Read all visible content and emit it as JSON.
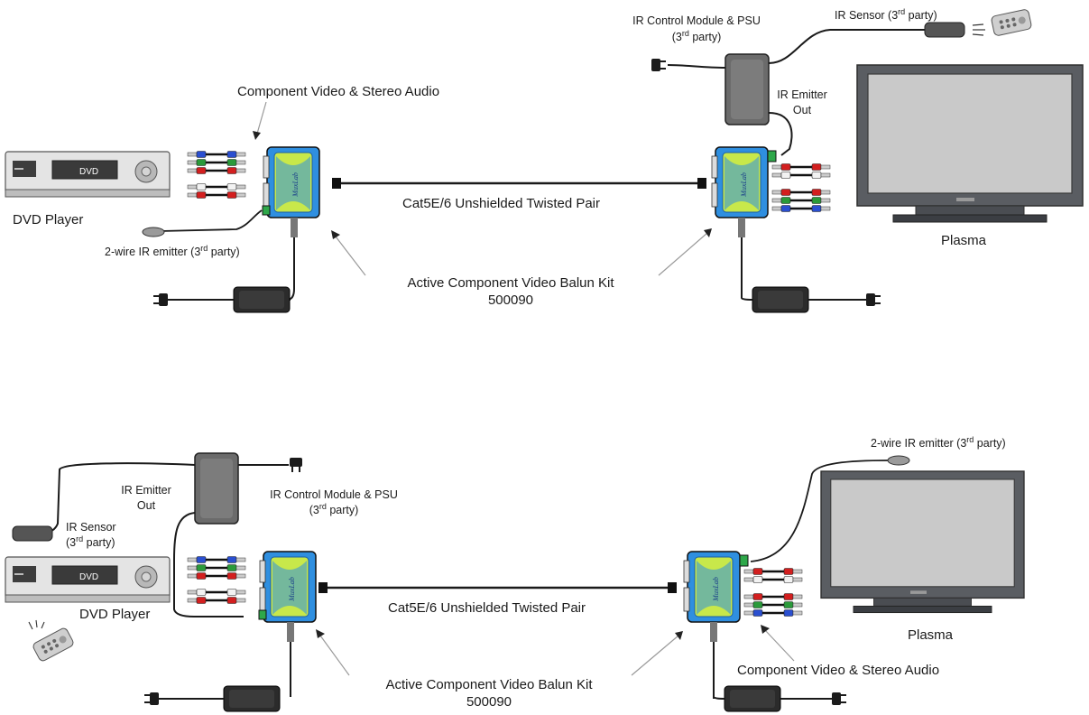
{
  "top": {
    "component_av_label": "Component Video & Stereo Audio",
    "dvd_player_label": "DVD Player",
    "dvd_display_text": "DVD",
    "ir_emitter_label_pre": "2-wire IR emitter (3",
    "ir_emitter_label_sup": "rd",
    "ir_emitter_label_post": " party)",
    "cable_label": "Cat5E/6 Unshielded Twisted Pair",
    "balun_kit_label": "Active Component Video Balun Kit",
    "balun_kit_part": "500090",
    "ir_control_label": "IR Control Module & PSU",
    "ir_control_party_pre": "(3",
    "ir_control_party_sup": "rd",
    "ir_control_party_post": " party)",
    "ir_sensor_label_pre": "IR Sensor (3",
    "ir_sensor_label_sup": "rd",
    "ir_sensor_label_post": " party)",
    "ir_emitter_out_line1": "IR Emitter",
    "ir_emitter_out_line2": "Out",
    "plasma_label": "Plasma",
    "balun_brand": "MuxLab"
  },
  "bottom": {
    "ir_emitter_out_line1": "IR Emitter",
    "ir_emitter_out_line2": "Out",
    "ir_control_label": "IR Control Module & PSU",
    "ir_control_party_pre": "(3",
    "ir_control_party_sup": "rd",
    "ir_control_party_post": " party)",
    "ir_sensor_label": "IR Sensor",
    "ir_sensor_party_pre": "(3",
    "ir_sensor_party_sup": "rd",
    "ir_sensor_party_post": " party)",
    "dvd_player_label": "DVD Player",
    "dvd_display_text": "DVD",
    "cable_label": "Cat5E/6 Unshielded Twisted Pair",
    "balun_kit_label": "Active Component Video Balun Kit",
    "balun_kit_part": "500090",
    "ir_emitter_label_pre": "2-wire IR emitter (3",
    "ir_emitter_label_sup": "rd",
    "ir_emitter_label_post": " party)",
    "plasma_label": "Plasma",
    "component_av_label": "Component Video & Stereo Audio",
    "balun_brand": "MuxLab"
  },
  "colors": {
    "balun_body": "#2f8fe0",
    "balun_label": "#c8e84a",
    "cable_red": "#d31f1f",
    "cable_green": "#2a9a3a",
    "cable_blue": "#2a4fd0",
    "cable_white": "#f2f2f2",
    "wire": "#1a1a1a",
    "psu": "#2b2b2b",
    "ir_module": "#6b6b6b",
    "plasma_frame": "#5a5d62",
    "plasma_screen": "#c9c9c9",
    "terminal": "#2ea84a"
  }
}
